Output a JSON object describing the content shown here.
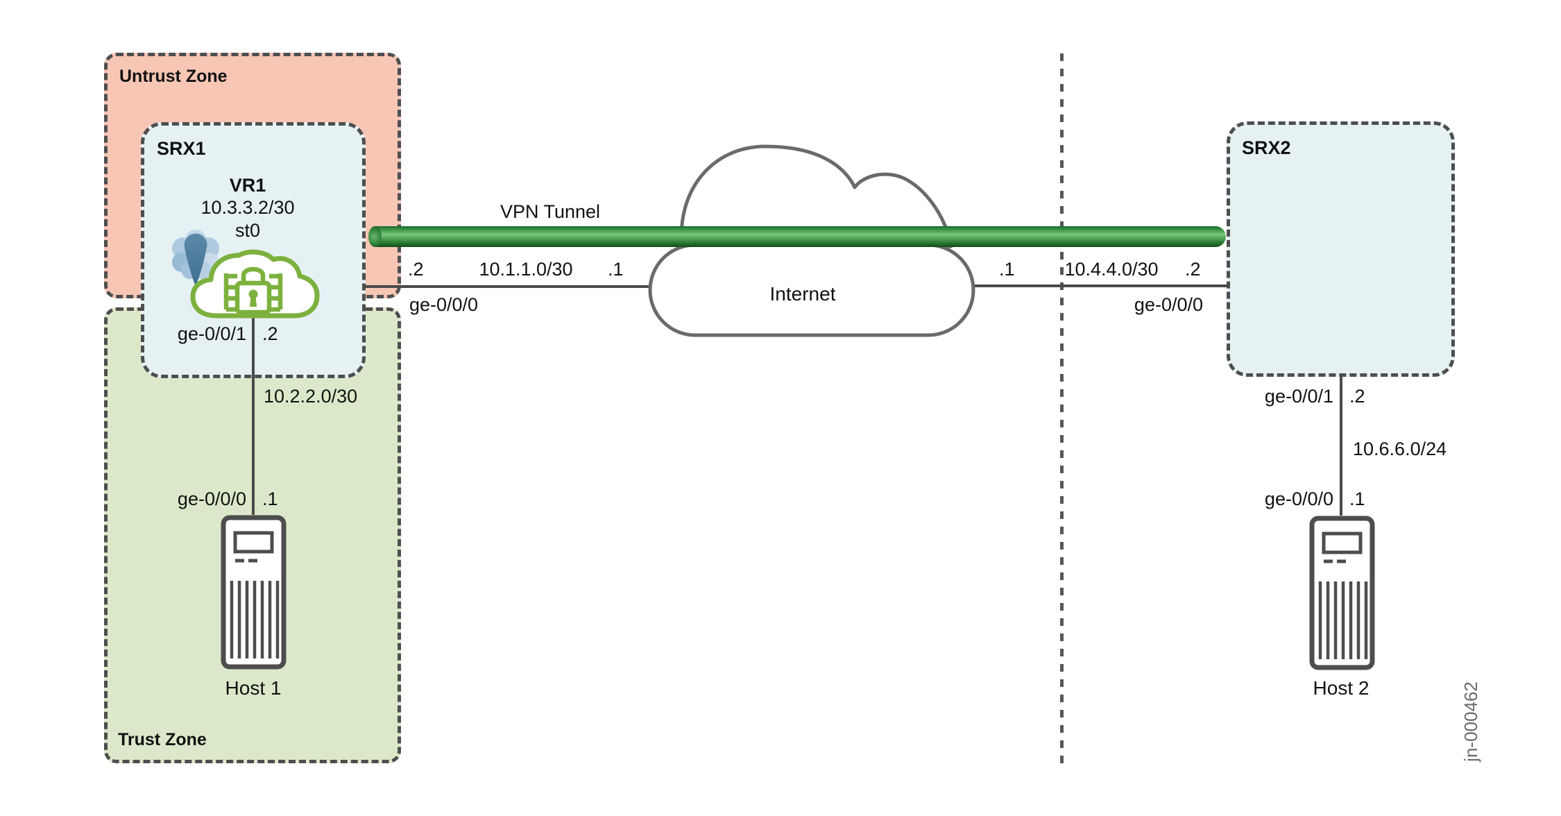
{
  "figure_id": "jn-000462",
  "zones": {
    "untrust": {
      "label": "Untrust Zone"
    },
    "trust": {
      "label": "Trust Zone"
    }
  },
  "devices": {
    "srx1": {
      "label": "SRX1",
      "router": "VR1",
      "router_ip": "10.3.3.2/30",
      "tunnel_interface": "st0"
    },
    "srx2": {
      "label": "SRX2"
    },
    "host1": {
      "label": "Host 1"
    },
    "host2": {
      "label": "Host 2"
    }
  },
  "internet": {
    "label": "Internet"
  },
  "tunnel": {
    "label": "VPN Tunnel"
  },
  "links": {
    "srx1_internet": {
      "interface": "ge-0/0/0",
      "subnet": "10.1.1.0/30",
      "srx_end": ".2",
      "internet_end": ".1"
    },
    "internet_srx2": {
      "interface": "ge-0/0/0",
      "subnet": "10.4.4.0/30",
      "internet_end": ".1",
      "srx_end": ".2"
    },
    "srx1_host1": {
      "srx_interface": "ge-0/0/1",
      "srx_end": ".2",
      "subnet": "10.2.2.0/30",
      "host_interface": "ge-0/0/0",
      "host_end": ".1"
    },
    "srx2_host2": {
      "srx_interface": "ge-0/0/1",
      "srx_end": ".2",
      "subnet": "10.6.6.0/24",
      "host_interface": "ge-0/0/0",
      "host_end": ".1"
    }
  },
  "icons": {
    "vr_icon": "virtual-router-pinwheel",
    "secure_cloud_icon": "cloud-with-padlock-firewall",
    "internet_cloud": "internet-cloud",
    "host_icon": "server-tower"
  },
  "colors": {
    "untrust_fill": "#f7c6b5",
    "trust_fill": "#dce8ca",
    "srx_fill": "#e6f1f4",
    "zone_border": "#4e4e4e",
    "line": "#4a4a4a",
    "cloud_stroke": "#6a6a6a",
    "juniper_green": "#7cb13e",
    "tunnel_green": "#2e8b3c"
  }
}
